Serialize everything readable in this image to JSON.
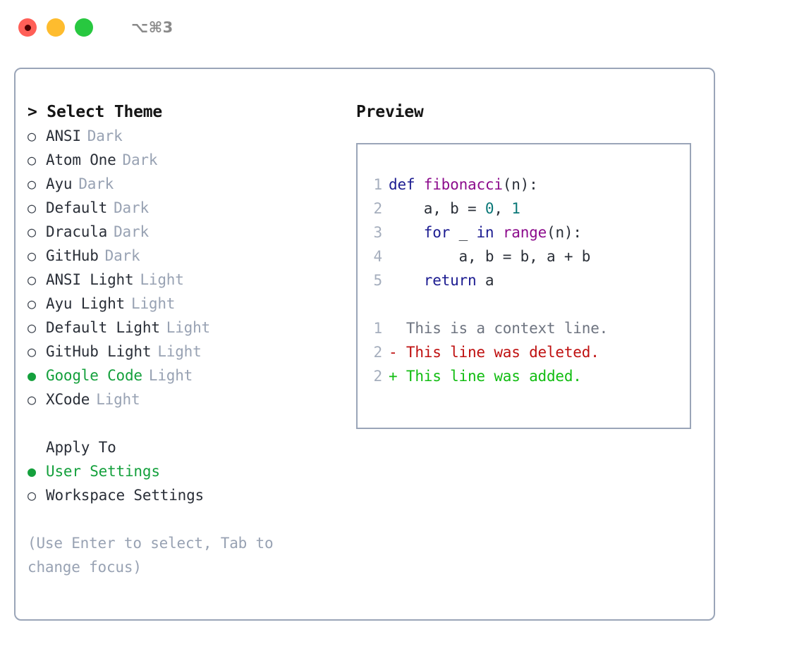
{
  "window": {
    "title": "⌥⌘3",
    "traffic_lights": [
      {
        "name": "close",
        "color": "#ff5f57"
      },
      {
        "name": "minimize",
        "color": "#febc2e"
      },
      {
        "name": "maximize",
        "color": "#28c840"
      }
    ]
  },
  "theme_picker": {
    "header": "> Select Theme",
    "selected_bullet": "●",
    "unselected_bullet": "○",
    "accent_color": "#14a03c",
    "items": [
      {
        "name": "ANSI",
        "kind": "Dark",
        "selected": false
      },
      {
        "name": "Atom One",
        "kind": "Dark",
        "selected": false
      },
      {
        "name": "Ayu",
        "kind": "Dark",
        "selected": false
      },
      {
        "name": "Default",
        "kind": "Dark",
        "selected": false
      },
      {
        "name": "Dracula",
        "kind": "Dark",
        "selected": false
      },
      {
        "name": "GitHub",
        "kind": "Dark",
        "selected": false
      },
      {
        "name": "ANSI Light",
        "kind": "Light",
        "selected": false
      },
      {
        "name": "Ayu Light",
        "kind": "Light",
        "selected": false
      },
      {
        "name": "Default Light",
        "kind": "Light",
        "selected": false
      },
      {
        "name": "GitHub Light",
        "kind": "Light",
        "selected": false
      },
      {
        "name": "Google Code",
        "kind": "Light",
        "selected": true
      },
      {
        "name": "XCode",
        "kind": "Light",
        "selected": false
      }
    ]
  },
  "apply_to": {
    "header": "Apply To",
    "items": [
      {
        "name": "User Settings",
        "selected": true
      },
      {
        "name": "Workspace Settings",
        "selected": false
      }
    ]
  },
  "hint": "(Use Enter to select, Tab to change focus)",
  "preview": {
    "title": "Preview",
    "code_lines": [
      {
        "lineno": "1",
        "tokens": [
          {
            "t": "def",
            "c": "kw"
          },
          {
            "t": " ",
            "c": "pl"
          },
          {
            "t": "fibonacci",
            "c": "fn"
          },
          {
            "t": "(n):",
            "c": "pl"
          }
        ]
      },
      {
        "lineno": "2",
        "tokens": [
          {
            "t": "    a, b = ",
            "c": "pl"
          },
          {
            "t": "0",
            "c": "num"
          },
          {
            "t": ", ",
            "c": "pl"
          },
          {
            "t": "1",
            "c": "num"
          }
        ]
      },
      {
        "lineno": "3",
        "tokens": [
          {
            "t": "    ",
            "c": "pl"
          },
          {
            "t": "for",
            "c": "kw"
          },
          {
            "t": " _ ",
            "c": "pl"
          },
          {
            "t": "in",
            "c": "kw"
          },
          {
            "t": " ",
            "c": "pl"
          },
          {
            "t": "range",
            "c": "fn"
          },
          {
            "t": "(n):",
            "c": "pl"
          }
        ]
      },
      {
        "lineno": "4",
        "tokens": [
          {
            "t": "        a, b = b, a + b",
            "c": "pl"
          }
        ]
      },
      {
        "lineno": "5",
        "tokens": [
          {
            "t": "    ",
            "c": "pl"
          },
          {
            "t": "return",
            "c": "kw"
          },
          {
            "t": " a",
            "c": "pl"
          }
        ]
      }
    ],
    "diff_lines": [
      {
        "lineno": "1",
        "marker": "  ",
        "text": "This is a context line.",
        "kind": "ctx"
      },
      {
        "lineno": "2",
        "marker": "- ",
        "text": "This line was deleted.",
        "kind": "del"
      },
      {
        "lineno": "2",
        "marker": "+ ",
        "text": "This line was added.",
        "kind": "add"
      }
    ],
    "syntax_colors": {
      "keyword": "#1c1c91",
      "function": "#8c0b8c",
      "number": "#0b7878",
      "plain": "#2a2f38",
      "lineno": "#a5aebd",
      "diff_context": "#6e7480",
      "diff_deleted": "#bf1010",
      "diff_added": "#12bd12"
    }
  }
}
